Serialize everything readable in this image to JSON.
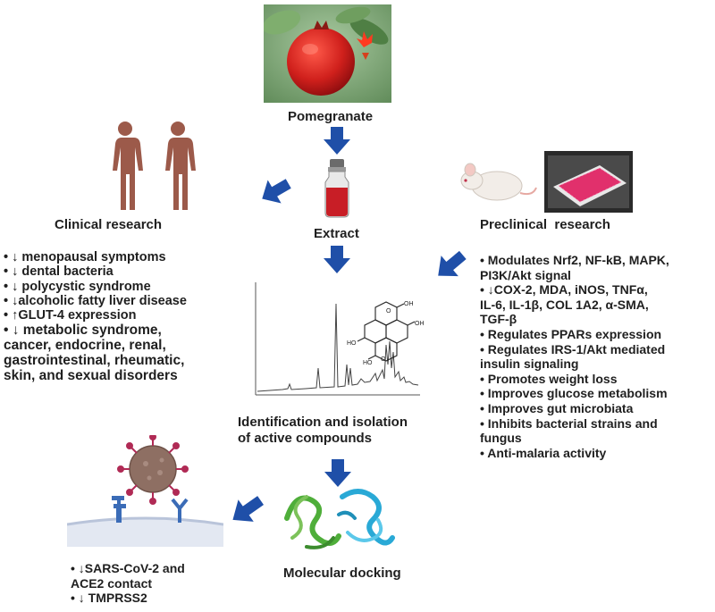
{
  "labels": {
    "pomegranate": "Pomegranate",
    "extract": "Extract",
    "clinical": "Clinical research",
    "preclinical": "Preclinical  research",
    "identification": "Identification and isolation\nof active compounds",
    "docking": "Molecular docking"
  },
  "clinical_items": [
    "• ↓ menopausal symptoms",
    "• ↓ dental bacteria",
    "• ↓ polycystic syndrome",
    "• ↓alcoholic fatty liver disease",
    "• ↑GLUT-4 expression",
    "• ↓ metabolic syndrome,",
    "cancer, endocrine, renal,",
    "gastrointestinal, rheumatic,",
    "skin, and sexual disorders"
  ],
  "preclinical_items": [
    "• Modulates Nrf2, NF-kB, MAPK,",
    "PI3K/Akt signal",
    "• ↓COX-2, MDA, iNOS, TNFα,",
    "IL-6, IL-1β, COL 1A2, α-SMA,",
    "TGF-β",
    "• Regulates PPARs expression",
    "• Regulates IRS-1/Akt mediated",
    "insulin signaling",
    "• Promotes weight loss",
    "• Improves glucose metabolism",
    "• Improves gut microbiata",
    "• Inhibits bacterial strains and",
    "fungus",
    "• Anti-malaria activity"
  ],
  "docking_items": [
    "• ↓SARS-CoV-2 and",
    "ACE2 contact",
    "• ↓ TMPRSS2"
  ],
  "molecule_labels": {
    "oh": "OH",
    "ho": "HO",
    "o": "O"
  },
  "colors": {
    "arrow": "#1f4fa8",
    "body": "#9c5a4a",
    "virus": "#8e6f63",
    "spike": "#b02a55"
  }
}
